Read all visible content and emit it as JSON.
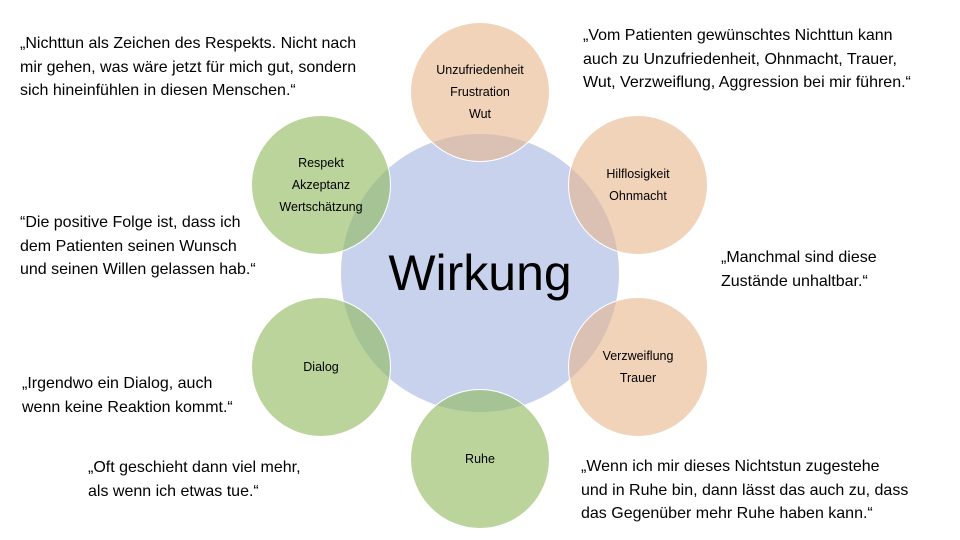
{
  "center": {
    "title": "Wirkung"
  },
  "circles": {
    "top": [
      "Unzufriedenheit",
      "Frustration",
      "Wut"
    ],
    "upper_right": [
      "Hilflosigkeit",
      "Ohnmacht"
    ],
    "lower_right": [
      "Verzweiflung",
      "Trauer"
    ],
    "bottom": [
      "Ruhe"
    ],
    "lower_left": [
      "Dialog"
    ],
    "upper_left": [
      "Respekt",
      "Akzeptanz",
      "Wertschätzung"
    ]
  },
  "quotes": {
    "top_left": [
      "„Nichttun als Zeichen des Respekts. Nicht nach",
      "mir gehen, was wäre jetzt für mich gut, sondern",
      "sich hineinfühlen in diesen Menschen.“"
    ],
    "top_right": [
      "„Vom Patienten gewünschtes Nichttun kann",
      "auch zu Unzufriedenheit, Ohnmacht, Trauer,",
      "Wut, Verzweiflung, Aggression bei mir führen.“"
    ],
    "middle_left": [
      "“Die positive Folge ist, dass ich",
      "dem Patienten seinen Wunsch",
      "und seinen Willen gelassen hab.“"
    ],
    "middle_right": [
      "„Manchmal sind diese",
      "Zustände unhaltbar.“"
    ],
    "lower_left": [
      "„Irgendwo ein Dialog, auch",
      "wenn keine Reaktion kommt.“"
    ],
    "bottom_left": [
      "„Oft geschieht dann viel mehr,",
      "als wenn ich etwas tue.“"
    ],
    "bottom_right": [
      "„Wenn ich mir dieses Nichtstun zugestehe",
      "und in Ruhe bin, dann lässt das auch zu, dass",
      "das Gegenüber mehr Ruhe haben kann.“"
    ]
  },
  "colors": {
    "center_fill": "#a0b2e0",
    "negative_fill": "#e8b68c",
    "positive_fill": "#92ba60"
  }
}
